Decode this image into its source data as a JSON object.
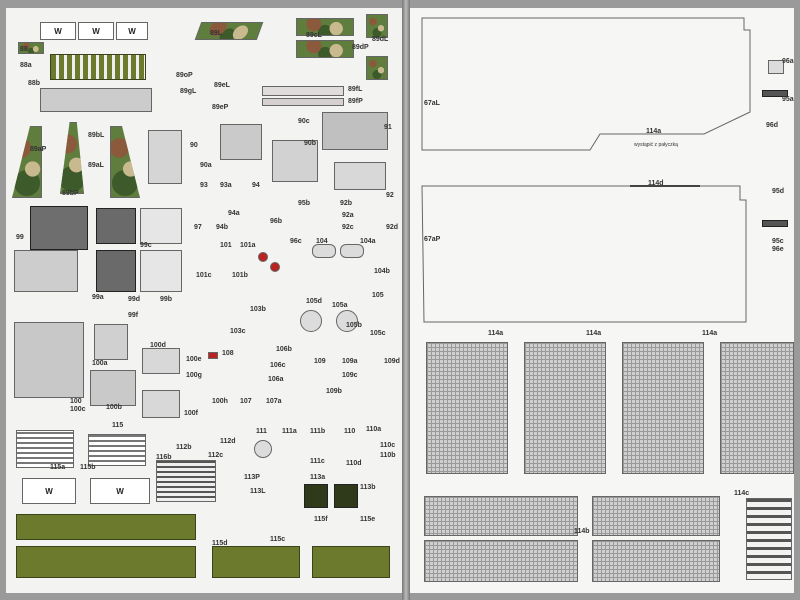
{
  "left_labels": [
    {
      "id": "88i",
      "t": "88"
    },
    {
      "id": "88a",
      "t": "88a"
    },
    {
      "id": "88b",
      "t": "88b"
    },
    {
      "id": "89L",
      "t": "89L"
    },
    {
      "id": "89cL",
      "t": "89cL"
    },
    {
      "id": "89dP",
      "t": "89dP"
    },
    {
      "id": "89dL",
      "t": "89dL"
    },
    {
      "id": "89oP",
      "t": "89oP"
    },
    {
      "id": "89eL",
      "t": "89eL"
    },
    {
      "id": "89gL",
      "t": "89gL"
    },
    {
      "id": "89eP",
      "t": "89eP"
    },
    {
      "id": "89fL",
      "t": "89fL"
    },
    {
      "id": "89fP",
      "t": "89fP"
    },
    {
      "id": "90c",
      "t": "90c"
    },
    {
      "id": "91",
      "t": "91"
    },
    {
      "id": "89bL",
      "t": "89bL"
    },
    {
      "id": "89aP",
      "t": "89aP"
    },
    {
      "id": "89aL",
      "t": "89aL"
    },
    {
      "id": "89bP",
      "t": "89bP"
    },
    {
      "id": "90",
      "t": "90"
    },
    {
      "id": "90a",
      "t": "90a"
    },
    {
      "id": "90b",
      "t": "90b"
    },
    {
      "id": "92",
      "t": "92"
    },
    {
      "id": "93",
      "t": "93"
    },
    {
      "id": "93a",
      "t": "93a"
    },
    {
      "id": "94",
      "t": "94"
    },
    {
      "id": "94a",
      "t": "94a"
    },
    {
      "id": "95b",
      "t": "95b"
    },
    {
      "id": "92b",
      "t": "92b"
    },
    {
      "id": "92a",
      "t": "92a"
    },
    {
      "id": "92c",
      "t": "92c"
    },
    {
      "id": "92d",
      "t": "92d"
    },
    {
      "id": "99",
      "t": "99"
    },
    {
      "id": "99c",
      "t": "99c"
    },
    {
      "id": "97",
      "t": "97"
    },
    {
      "id": "94b",
      "t": "94b"
    },
    {
      "id": "96b",
      "t": "96b"
    },
    {
      "id": "96c",
      "t": "96c"
    },
    {
      "id": "101",
      "t": "101"
    },
    {
      "id": "101a",
      "t": "101a"
    },
    {
      "id": "104",
      "t": "104"
    },
    {
      "id": "104a",
      "t": "104a"
    },
    {
      "id": "104b",
      "t": "104b"
    },
    {
      "id": "99a",
      "t": "99a"
    },
    {
      "id": "99b",
      "t": "99b"
    },
    {
      "id": "99d",
      "t": "99d"
    },
    {
      "id": "99f",
      "t": "99f"
    },
    {
      "id": "101b",
      "t": "101b"
    },
    {
      "id": "101c",
      "t": "101c"
    },
    {
      "id": "103b",
      "t": "103b"
    },
    {
      "id": "103c",
      "t": "103c"
    },
    {
      "id": "105d",
      "t": "105d"
    },
    {
      "id": "105",
      "t": "105"
    },
    {
      "id": "105a",
      "t": "105a"
    },
    {
      "id": "105b",
      "t": "105b"
    },
    {
      "id": "105c",
      "t": "105c"
    },
    {
      "id": "100a",
      "t": "100a"
    },
    {
      "id": "100b",
      "t": "100b"
    },
    {
      "id": "100c",
      "t": "100c"
    },
    {
      "id": "100",
      "t": "100"
    },
    {
      "id": "100d",
      "t": "100d"
    },
    {
      "id": "100e",
      "t": "100e"
    },
    {
      "id": "100f",
      "t": "100f"
    },
    {
      "id": "100g",
      "t": "100g"
    },
    {
      "id": "100h",
      "t": "100h"
    },
    {
      "id": "108",
      "t": "108"
    },
    {
      "id": "106b",
      "t": "106b"
    },
    {
      "id": "106c",
      "t": "106c"
    },
    {
      "id": "106a",
      "t": "106a"
    },
    {
      "id": "109",
      "t": "109"
    },
    {
      "id": "109a",
      "t": "109a"
    },
    {
      "id": "109b",
      "t": "109b"
    },
    {
      "id": "109c",
      "t": "109c"
    },
    {
      "id": "109d",
      "t": "109d"
    },
    {
      "id": "107",
      "t": "107"
    },
    {
      "id": "107a",
      "t": "107a"
    },
    {
      "id": "115",
      "t": "115"
    },
    {
      "id": "111",
      "t": "111"
    },
    {
      "id": "111a",
      "t": "111a"
    },
    {
      "id": "111b",
      "t": "111b"
    },
    {
      "id": "110",
      "t": "110"
    },
    {
      "id": "110a",
      "t": "110a"
    },
    {
      "id": "110b",
      "t": "110b"
    },
    {
      "id": "110c",
      "t": "110c"
    },
    {
      "id": "110d",
      "t": "110d"
    },
    {
      "id": "111c",
      "t": "111c"
    },
    {
      "id": "112b",
      "t": "112b"
    },
    {
      "id": "112d",
      "t": "112d"
    },
    {
      "id": "112c",
      "t": "112c"
    },
    {
      "id": "115a",
      "t": "115a"
    },
    {
      "id": "115b",
      "t": "115b"
    },
    {
      "id": "116b",
      "t": "116b"
    },
    {
      "id": "113P",
      "t": "113P"
    },
    {
      "id": "113L",
      "t": "113L"
    },
    {
      "id": "113a",
      "t": "113a"
    },
    {
      "id": "113b",
      "t": "113b"
    },
    {
      "id": "115e",
      "t": "115e"
    },
    {
      "id": "115f",
      "t": "115f"
    },
    {
      "id": "115c",
      "t": "115c"
    },
    {
      "id": "115d",
      "t": "115d"
    }
  ],
  "right_labels": [
    {
      "id": "67aL",
      "t": "67aL"
    },
    {
      "id": "67aP",
      "t": "67aP"
    },
    {
      "id": "114a",
      "t": "114a"
    },
    {
      "id": "114b",
      "t": "114b"
    },
    {
      "id": "114c",
      "t": "114c"
    },
    {
      "id": "114d",
      "t": "114d"
    },
    {
      "id": "96a",
      "t": "96a"
    },
    {
      "id": "95a",
      "t": "95a"
    },
    {
      "id": "96d",
      "t": "96d"
    },
    {
      "id": "95d",
      "t": "95d"
    },
    {
      "id": "95c",
      "t": "95c"
    },
    {
      "id": "96e",
      "t": "96e"
    },
    {
      "id": "114r",
      "t": "114a"
    },
    {
      "id": "114s",
      "t": "114a"
    },
    {
      "id": "114t",
      "t": "114a"
    }
  ],
  "note": "wystąpić z pałyczką",
  "w_mark": "W",
  "colors": {
    "camo_green": "#5f7d3c",
    "camo_brown": "#8b5a3c",
    "olive": "#6b7a2c",
    "paper": "#f3f3f1"
  }
}
